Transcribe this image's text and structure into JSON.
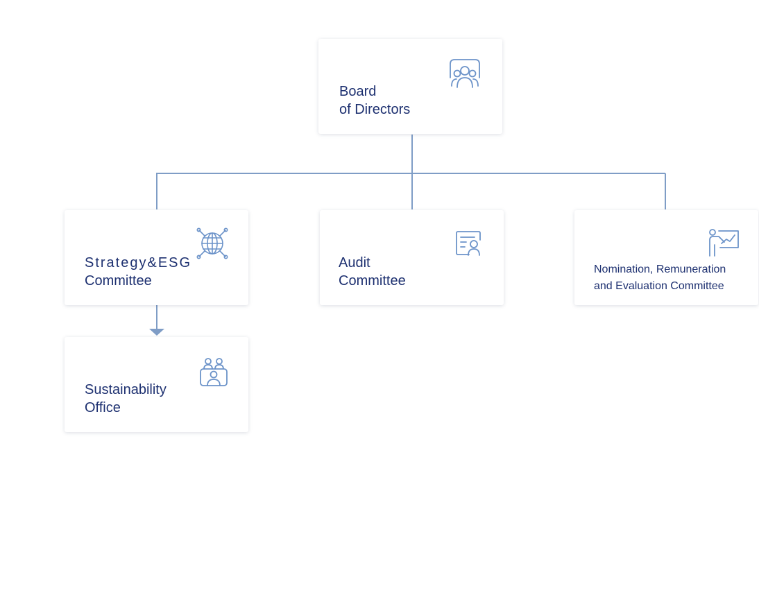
{
  "nodes": {
    "board": {
      "line1": "Board",
      "line2": "of Directors",
      "icon": "people-group-icon"
    },
    "strategy": {
      "line1": "Strategy&ESG",
      "line2": "Committee",
      "icon": "globe-network-icon"
    },
    "audit": {
      "line1": "Audit",
      "line2": "Committee",
      "icon": "document-search-icon"
    },
    "nomination": {
      "line1": "Nomination, Remuneration",
      "line2": "and Evaluation Committee",
      "icon": "presentation-chart-icon"
    },
    "sustainability": {
      "line1": "Sustainability",
      "line2": "Office",
      "icon": "team-meeting-icon"
    }
  },
  "colors": {
    "text": "#1d3070",
    "line": "#7f9dc6",
    "icon": "#6c93c9"
  }
}
